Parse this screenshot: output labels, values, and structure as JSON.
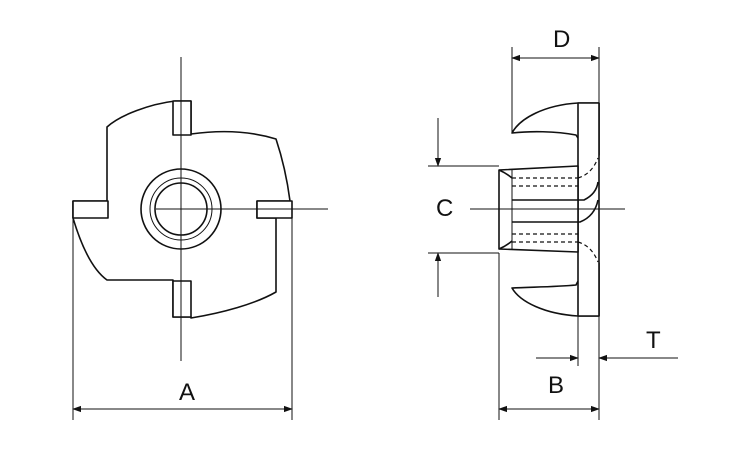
{
  "diagram": {
    "dimension_labels": {
      "a": "A",
      "b": "B",
      "c": "C",
      "d": "D",
      "t": "T"
    }
  }
}
